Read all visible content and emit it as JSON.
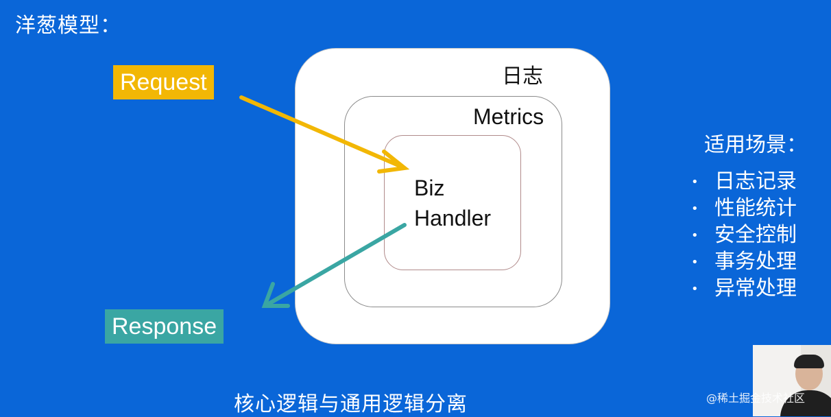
{
  "title": "洋葱模型：",
  "layers": {
    "outer": "日志",
    "middle": "Metrics",
    "inner_line1": "Biz",
    "inner_line2": "Handler"
  },
  "request_label": "Request",
  "response_label": "Response",
  "colors": {
    "background": "#0a66d8",
    "request": "#f2b705",
    "response": "#3aa6a3"
  },
  "scenarios": {
    "title": "适用场景：",
    "bullet": "•",
    "items": [
      "日志记录",
      "性能统计",
      "安全控制",
      "事务处理",
      "异常处理"
    ]
  },
  "caption": "核心逻辑与通用逻辑分离",
  "watermark": "@稀土掘金技术社区"
}
